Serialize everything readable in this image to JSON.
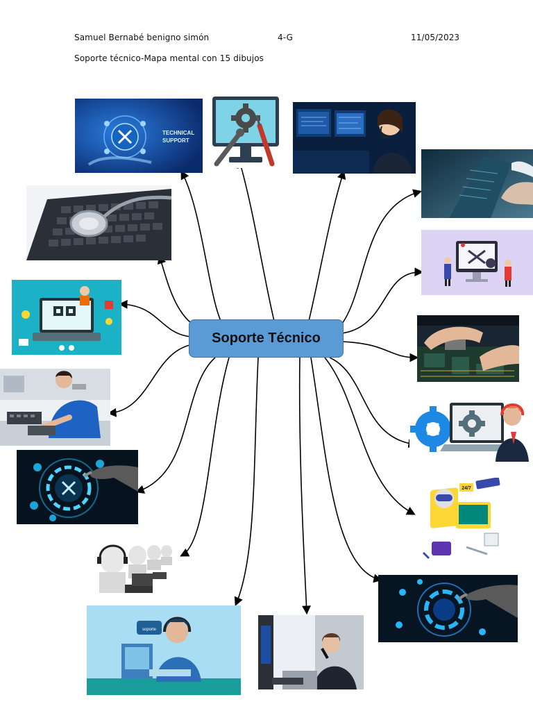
{
  "header": {
    "author": "Samuel Bernabé benigno simón",
    "group": "4-G",
    "date": "11/05/2023",
    "subtitle": "Soporte técnico-Mapa mental con 15 dibujos"
  },
  "center": {
    "label": "Soporte Técnico",
    "fill": "#5b9bd5"
  },
  "images": {
    "technical_support_banner": {
      "caption_line1": "TECHNICAL",
      "caption_line2": "SUPPORT"
    },
    "support_chat_icon": {
      "caption": "soporte"
    },
    "twentyfour_seven_badge": {
      "caption": "24/7"
    }
  },
  "colors": {
    "connector": "#000000",
    "accent_blue": "#1e88e5",
    "dark_navy": "#0b1a33"
  }
}
